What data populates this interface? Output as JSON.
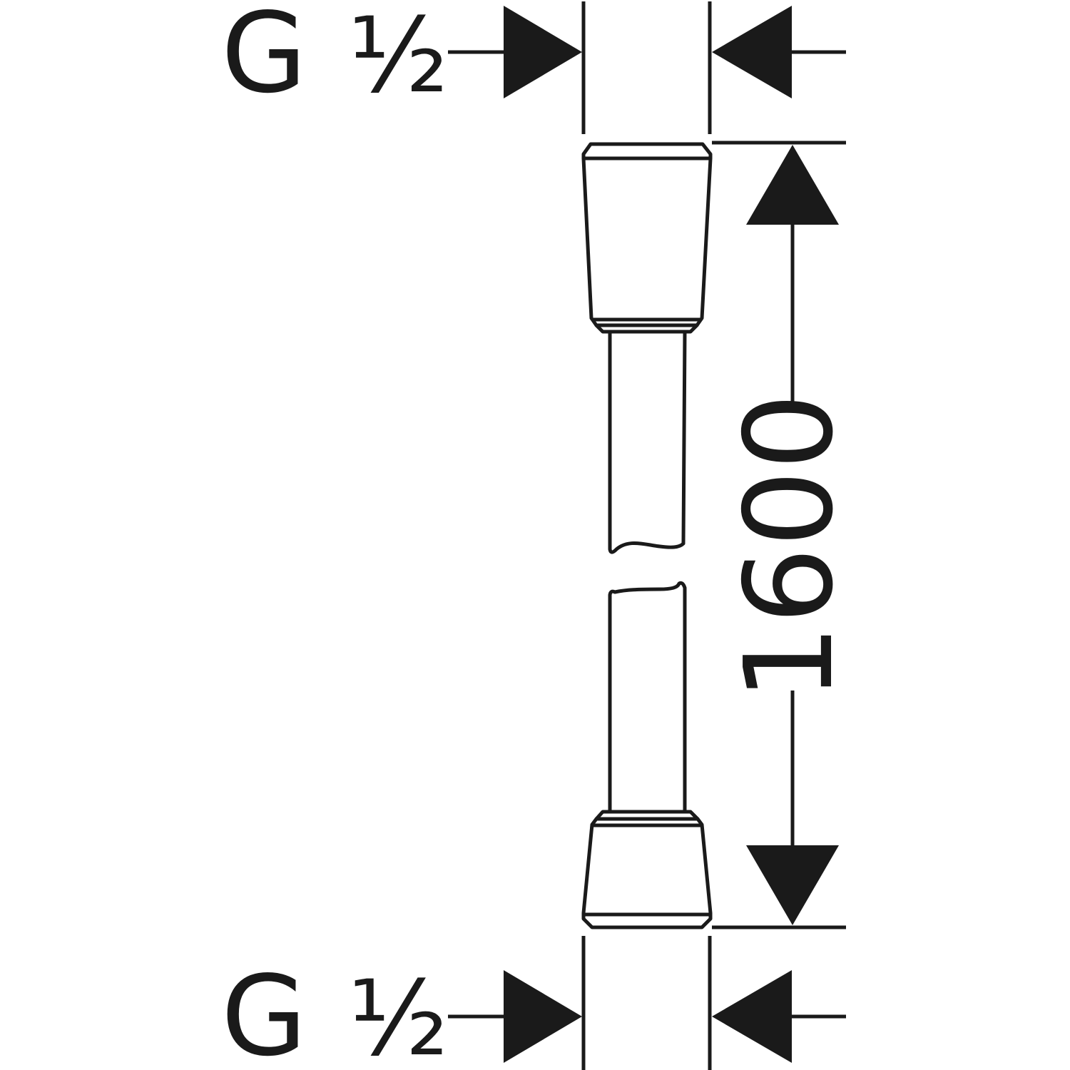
{
  "thread_top": {
    "g": "G",
    "size": "½"
  },
  "thread_bottom": {
    "g": "G",
    "size": "½"
  },
  "length_dimension": "1600",
  "colors": {
    "line": "#1a1a1a",
    "background": "#ffffff"
  }
}
